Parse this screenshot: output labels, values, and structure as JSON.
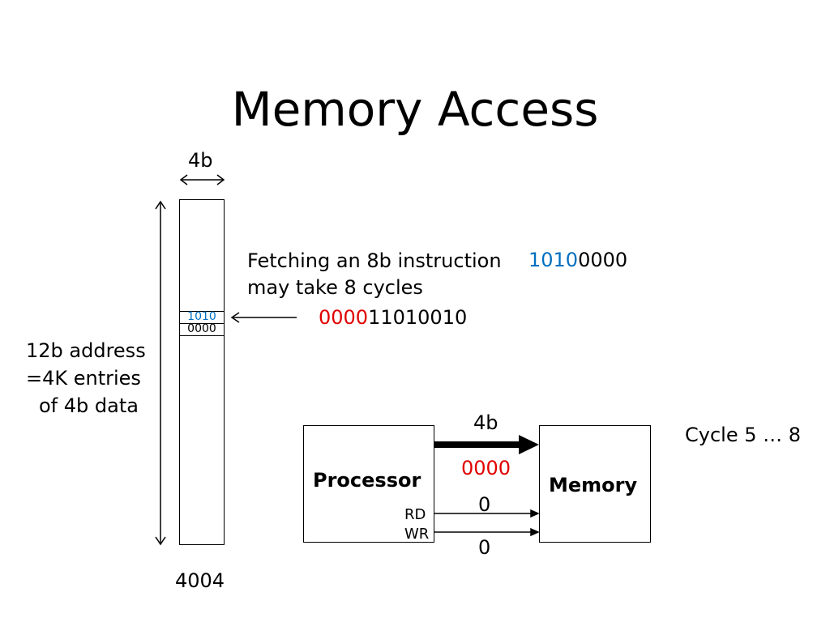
{
  "slide": {
    "title": "Memory Access"
  },
  "memory_column": {
    "width_label": "4b",
    "address_label_lines": [
      "12b address",
      "=4K entries",
      "of 4b data"
    ],
    "bottom_label": "4004",
    "cell_upper": "1010",
    "cell_lower": "0000"
  },
  "fetch_note": {
    "line1": "Fetching an 8b instruction",
    "line2": "may take 8 cycles",
    "instruction_part1": "1010",
    "instruction_part2": "0000",
    "address_part1": "0000",
    "address_part2": "11010010"
  },
  "bus_diagram": {
    "processor_label": "Processor",
    "memory_label": "Memory",
    "data_width_label": "4b",
    "data_value": "0000",
    "rd_label": "RD",
    "wr_label": "WR",
    "rd_value": "0",
    "wr_value": "0"
  },
  "cycle_label": "Cycle 5 … 8",
  "colors": {
    "highlight_blue": "#0070C0",
    "highlight_red": "#E00000"
  }
}
